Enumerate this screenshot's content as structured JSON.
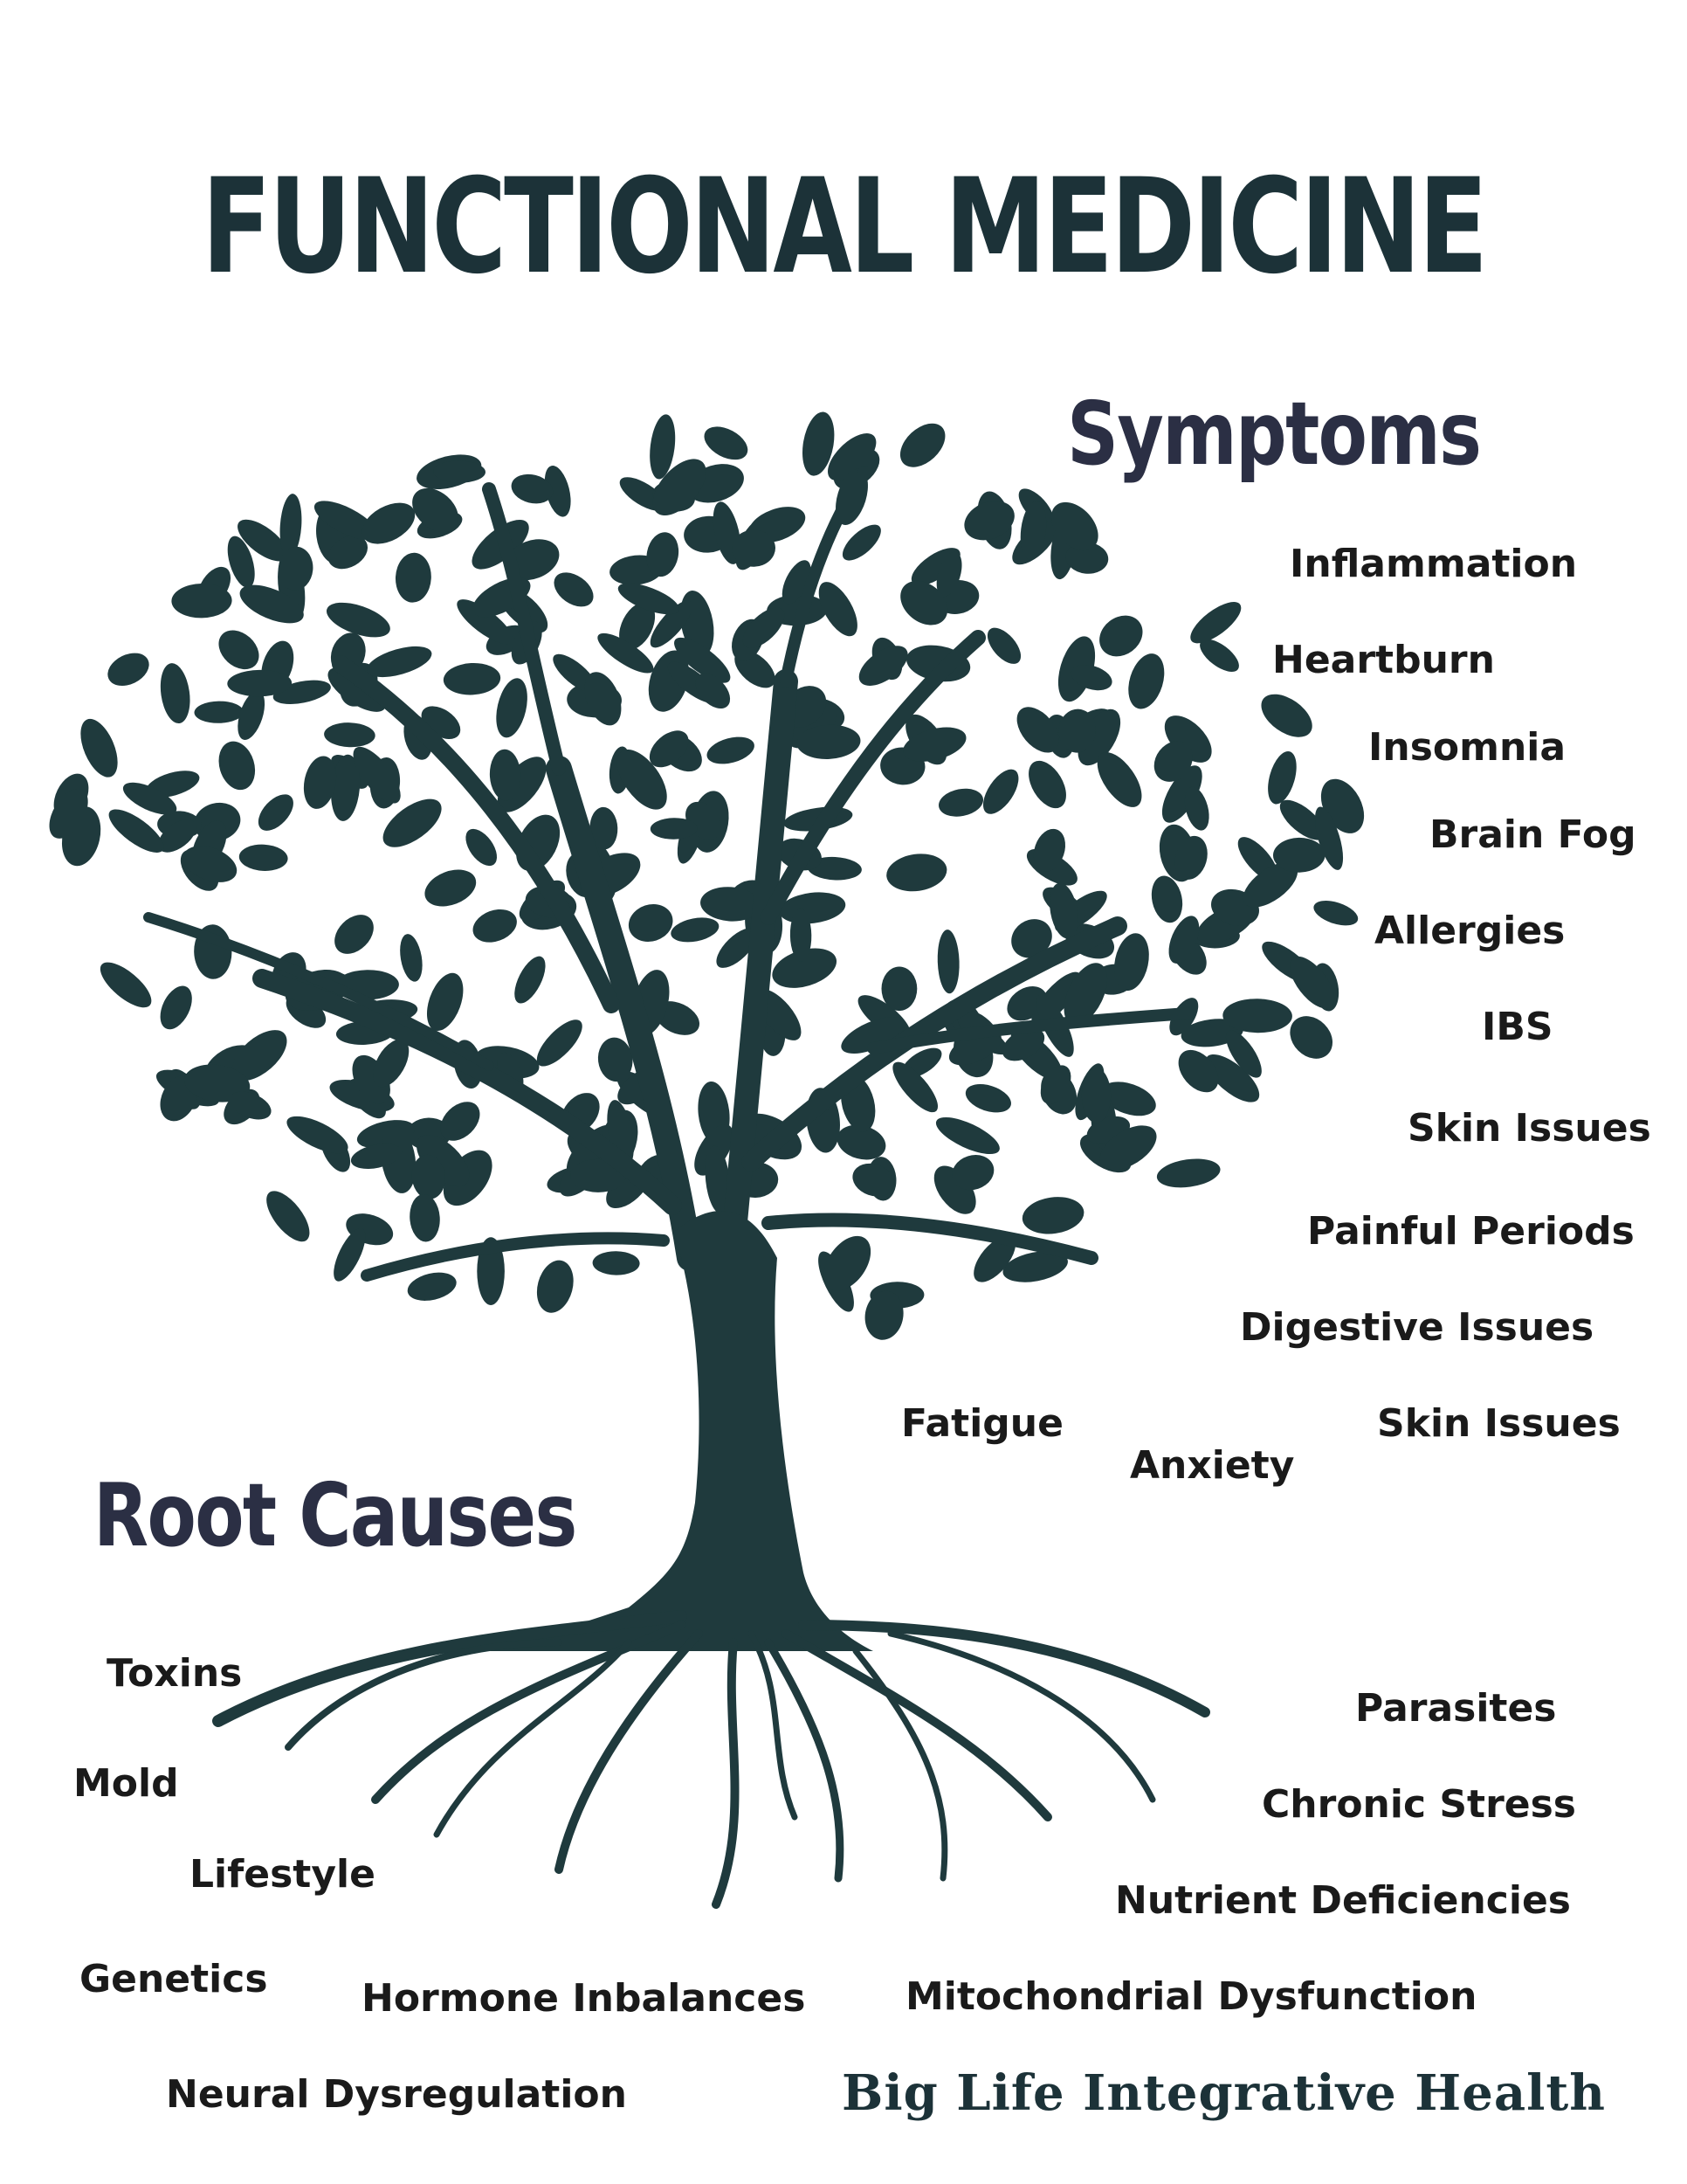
{
  "title": "FUNCTIONAL MEDICINE",
  "symptoms": {
    "heading": "Symptoms",
    "items": [
      "Inflammation",
      "Heartburn",
      "Insomnia",
      "Brain Fog",
      "Allergies",
      "IBS",
      "Skin Issues",
      "Painful Periods",
      "Digestive Issues",
      "Skin Issues",
      "Fatigue",
      "Anxiety"
    ]
  },
  "root_causes": {
    "heading": "Root Causes",
    "items": [
      "Toxins",
      "Mold",
      "Lifestyle",
      "Genetics",
      "Hormone Inbalances",
      "Neural Dysregulation",
      "Parasites",
      "Chronic Stress",
      "Nutrient Deficiencies",
      "Mitochondrial Dysfunction"
    ]
  },
  "brand": "Big Life Integrative Health",
  "colors": {
    "tree": "#1f3a3d",
    "title": "#1c3238",
    "heading": "#2b2f44",
    "label": "#1a1a1a"
  }
}
